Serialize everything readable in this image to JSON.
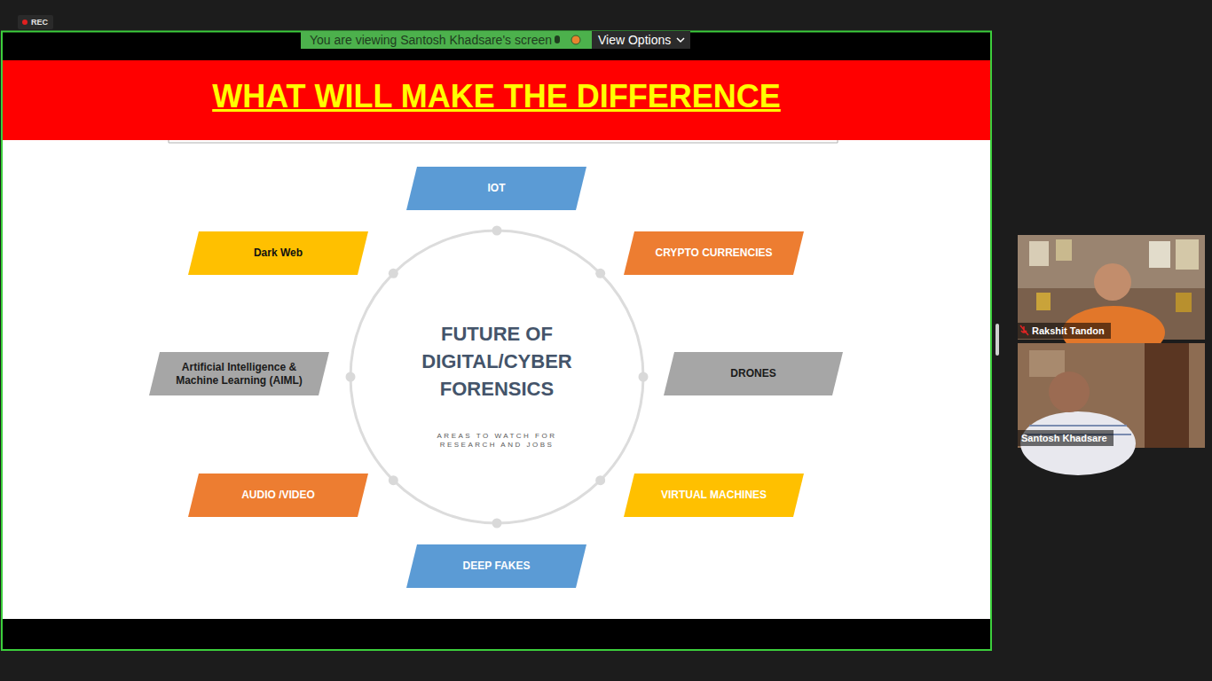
{
  "diagram": {
    "title": "WHAT WILL MAKE THE DIFFERENCE",
    "nodes": [
      {
        "text": [
          "IOT"
        ]
      },
      {
        "text": [
          "Dark Web"
        ]
      },
      {
        "text": [
          "CRYPTO CURRENCIES"
        ]
      },
      {
        "text": [
          "FUTURE OF DIGITAL/CYBER FORENSICS",
          "AREAS TO WATCH FOR RESEARCH AND JOBS"
        ]
      },
      {
        "text": [
          "Artificial Intelligence & Machine Learning (AIML)"
        ]
      },
      {
        "text": [
          "DRONES"
        ]
      },
      {
        "text": [
          "AUDIO /VIDEO"
        ]
      },
      {
        "text": [
          "VIRTUAL MACHINES"
        ]
      },
      {
        "text": [
          "DEEP FAKES"
        ]
      }
    ],
    "labels": [
      "REC",
      "You are viewing Santosh Khadsare's screen",
      "View Options",
      "Rakshit Tandon",
      "Santosh Khadsare"
    ]
  }
}
